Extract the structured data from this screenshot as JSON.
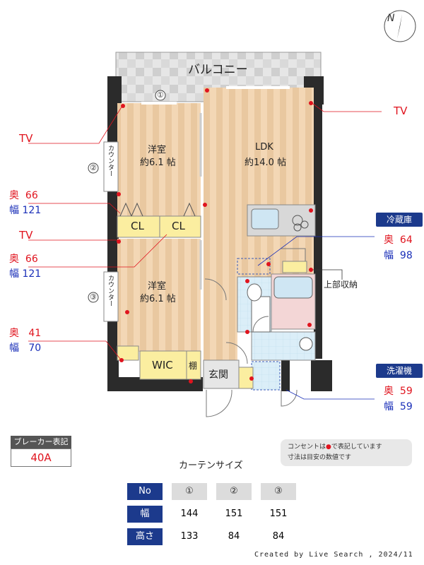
{
  "rooms": {
    "balcony": "バルコニー",
    "ldk_name": "LDK",
    "ldk_size": "約14.0 帖",
    "western1_name": "洋室",
    "western1_size": "約6.1 帖",
    "western2_name": "洋室",
    "western2_size": "約6.1 帖",
    "closet_left": "CL",
    "closet_right": "CL",
    "wic": "WIC",
    "shelf": "棚",
    "entrance": "玄関",
    "upper_storage": "上部収納",
    "counter_upper": "カウンター",
    "counter_lower": "カウンター"
  },
  "window_numbers": [
    "①",
    "②",
    "③"
  ],
  "tv_labels": [
    "TV",
    "TV",
    "TV"
  ],
  "dims_left": [
    {
      "depth_label": "奥",
      "depth": "66",
      "width_label": "幅",
      "width": "121"
    },
    {
      "depth_label": "奥",
      "depth": "66",
      "width_label": "幅",
      "width": "121"
    },
    {
      "depth_label": "奥",
      "depth": "41",
      "width_label": "幅",
      "width": "70"
    }
  ],
  "fridge": {
    "title": "冷蔵庫",
    "depth_label": "奥",
    "depth": "64",
    "width_label": "幅",
    "width": "98"
  },
  "washer": {
    "title": "洗濯機",
    "depth_label": "奥",
    "depth": "59",
    "width_label": "幅",
    "width": "59"
  },
  "compass": "N",
  "breaker": {
    "label": "ブレーカー表記",
    "value": "40A"
  },
  "note": {
    "line1": "コンセントは",
    "line1b": "で表記しています",
    "line2": "寸法は目安の数値です"
  },
  "curtain": {
    "title": "カーテンサイズ",
    "header": [
      "No",
      "①",
      "②",
      "③"
    ],
    "rows": [
      [
        "幅",
        "144",
        "151",
        "151"
      ],
      [
        "高さ",
        "133",
        "84",
        "84"
      ]
    ]
  },
  "credit": "Created by Live Search , 2024/11",
  "colors": {
    "wall": "#2b2b2b",
    "floor": "#f1d3b0",
    "floor_stripe": "#e8c49c",
    "accent": "#1c3a8c",
    "outlet": "#e0141e",
    "wet": "#d6ecf7"
  }
}
